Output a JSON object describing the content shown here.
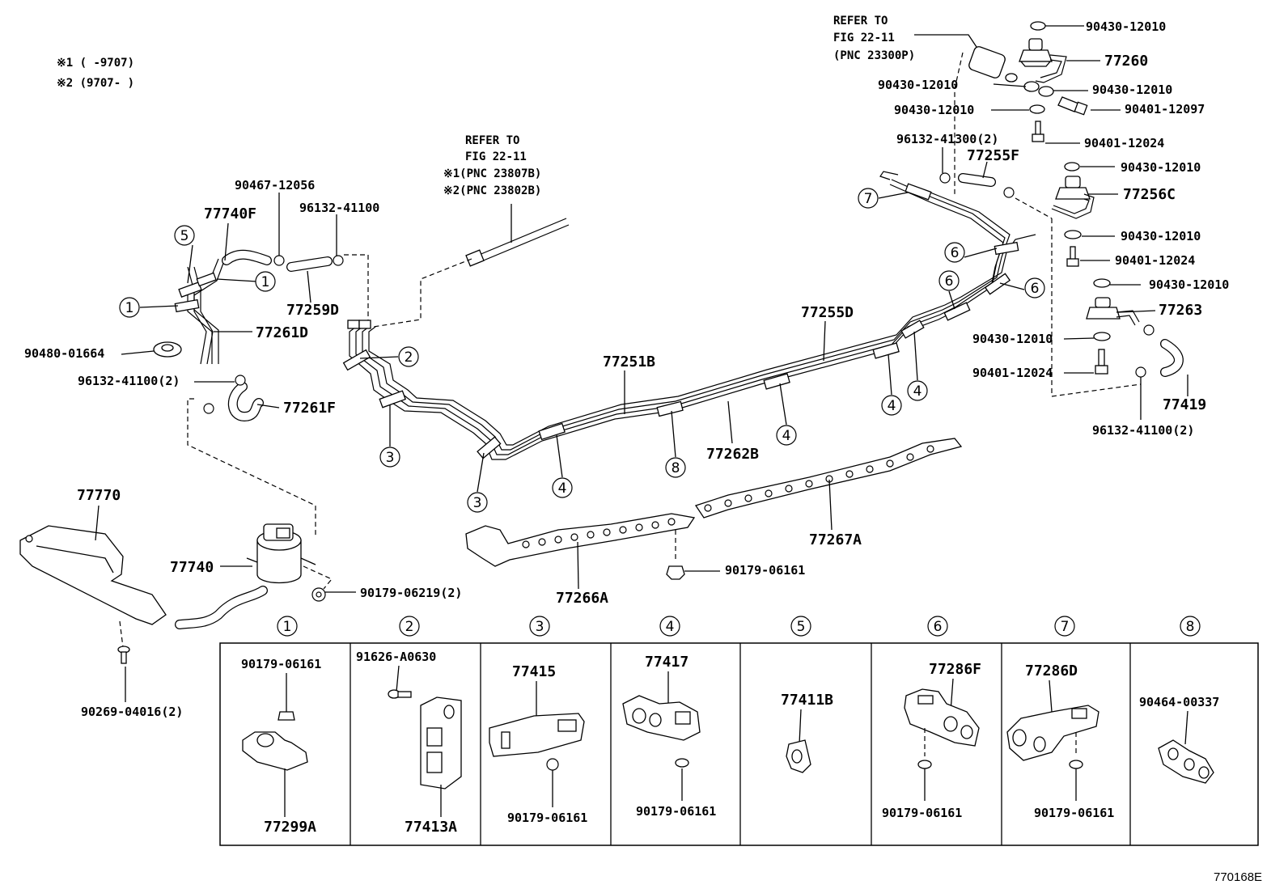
{
  "notes": {
    "n1": "※1 (     -9707)",
    "n2": "※2 (9707-     )"
  },
  "refer_center": {
    "l1": "REFER TO",
    "l2": "FIG 22-11",
    "l3": "※1(PNC 23807B)",
    "l4": "※2(PNC 23802B)"
  },
  "refer_top": {
    "l1": "REFER TO",
    "l2": "FIG 22-11",
    "l3": "(PNC 23300P)"
  },
  "labels": {
    "p90467_12056": "90467-12056",
    "p96132_41100_a": "96132-41100",
    "p77740F": "77740F",
    "p77259D": "77259D",
    "p77261D": "77261D",
    "p90480_01664": "90480-01664",
    "p96132_41100_2a": "96132-41100(2)",
    "p77261F": "77261F",
    "p77770": "77770",
    "p77740": "77740",
    "p90179_06219": "90179-06219(2)",
    "p90269_04016": "90269-04016(2)",
    "p77251B": "77251B",
    "p77255D": "77255D",
    "p77262B": "77262B",
    "p77267A": "77267A",
    "p77266A": "77266A",
    "p90179_06161_m": "90179-06161",
    "p90430_12010_1": "90430-12010",
    "p77260": "77260",
    "p90430_12010_2": "90430-12010",
    "p90430_12010_3": "90430-12010",
    "p90401_12097": "90401-12097",
    "p90430_12010_4": "90430-12010",
    "p96132_41300": "96132-41300(2)",
    "p90401_12024_1": "90401-12024",
    "p77255F": "77255F",
    "p90430_12010_5": "90430-12010",
    "p77256C": "77256C",
    "p90430_12010_6": "90430-12010",
    "p90401_12024_2": "90401-12024",
    "p90430_12010_7": "90430-12010",
    "p77263": "77263",
    "p90430_12010_8": "90430-12010",
    "p90401_12024_3": "90401-12024",
    "p77419": "77419",
    "p96132_41100_2b": "96132-41100(2)"
  },
  "callouts": [
    "1",
    "2",
    "3",
    "4",
    "5",
    "6",
    "7",
    "8"
  ],
  "detail_boxes": [
    {
      "id": "1",
      "top": "90179-06161",
      "bottom": "77299A"
    },
    {
      "id": "2",
      "top": "91626-A0630",
      "bottom": "77413A"
    },
    {
      "id": "3",
      "top": "77415",
      "bottom": "90179-06161"
    },
    {
      "id": "4",
      "top": "77417",
      "bottom": "90179-06161"
    },
    {
      "id": "5",
      "top": "77411B",
      "bottom": ""
    },
    {
      "id": "6",
      "top": "77286F",
      "bottom": "90179-06161"
    },
    {
      "id": "7",
      "top": "77286D",
      "bottom": "90179-06161"
    },
    {
      "id": "8",
      "top": "90464-00337",
      "bottom": ""
    }
  ],
  "figure_id": "770168E"
}
